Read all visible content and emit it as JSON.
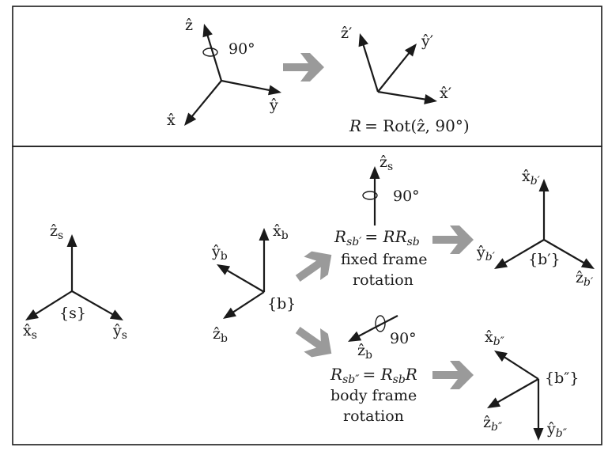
{
  "top_panel": {
    "axis_z": "ẑ",
    "axis_y": "ŷ",
    "axis_x": "x̂",
    "angle": "90°",
    "axis_z_prime": "ẑ′",
    "axis_y_prime": "ŷ′",
    "axis_x_prime": "x̂′",
    "equation": {
      "lhs": "R",
      "rhs": "= Rot(ẑ, 90°)"
    }
  },
  "bottom_panel": {
    "frame_s": {
      "label": "{s}",
      "z": {
        "base": "ẑ",
        "sub": "s"
      },
      "x": {
        "base": "x̂",
        "sub": "s"
      },
      "y": {
        "base": "ŷ",
        "sub": "s"
      }
    },
    "frame_b": {
      "label": "{b}",
      "x": {
        "base": "x̂",
        "sub": "b"
      },
      "y": {
        "base": "ŷ",
        "sub": "b"
      },
      "z": {
        "base": "ẑ",
        "sub": "b"
      }
    },
    "fixed_rotation": {
      "axis": {
        "base": "ẑ",
        "sub": "s"
      },
      "angle": "90°",
      "eq_lhs": "R",
      "eq_lhs_sub": "sb′",
      "eq_rhs": "= RR",
      "eq_rhs_sub": "sb",
      "caption_line1": "fixed frame",
      "caption_line2": "rotation"
    },
    "body_rotation": {
      "axis": {
        "base": "ẑ",
        "sub": "b"
      },
      "angle": "90°",
      "eq_lhs": "R",
      "eq_lhs_sub": "sb″",
      "eq_rhs_a": "= R",
      "eq_rhs_sub": "sb",
      "eq_rhs_b": "R",
      "caption_line1": "body frame",
      "caption_line2": "rotation"
    },
    "frame_b_prime": {
      "label": "{b′}",
      "x": {
        "base": "x̂",
        "sub": "b′"
      },
      "y": {
        "base": "ŷ",
        "sub": "b′"
      },
      "z": {
        "base": "ẑ",
        "sub": "b′"
      }
    },
    "frame_b_dprime": {
      "label": "{b″}",
      "x": {
        "base": "x̂",
        "sub": "b″"
      },
      "y": {
        "base": "ŷ",
        "sub": "b″"
      },
      "z": {
        "base": "ẑ",
        "sub": "b″"
      }
    }
  },
  "colors": {
    "ink": "#1a1a1a",
    "transition_arrow": "#9a9a9a",
    "frame": "#1a1a1a"
  }
}
